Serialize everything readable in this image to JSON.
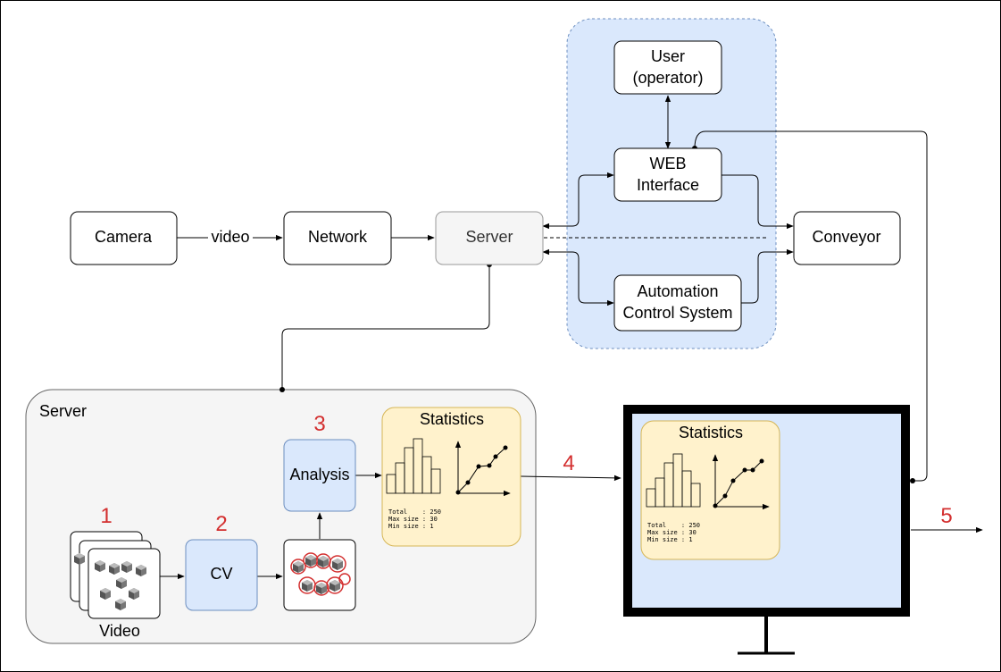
{
  "nodes": {
    "camera": "Camera",
    "network": "Network",
    "server": "Server",
    "web_interface_line1": "WEB",
    "web_interface_line2": "Interface",
    "user_line1": "User",
    "user_line2": "(operator)",
    "automation_line1": "Automation",
    "automation_line2": "Control System",
    "conveyor": "Conveyor"
  },
  "edge_labels": {
    "camera_to_network": "video"
  },
  "server_group": {
    "title": "Server",
    "video_label": "Video",
    "cv_label": "CV",
    "analysis_label": "Analysis",
    "statistics_title": "Statistics",
    "stats_total": "Total    : 250",
    "stats_max": "Max size : 30",
    "stats_min": "Min size : 1"
  },
  "monitor": {
    "statistics_title": "Statistics",
    "stats_total": "Total    : 250",
    "stats_max": "Max size : 30",
    "stats_min": "Min size : 1"
  },
  "steps": {
    "s1": "1",
    "s2": "2",
    "s3": "3",
    "s4": "4",
    "s5": "5"
  },
  "colors": {
    "web_group_fill": "#dae8fc",
    "web_group_stroke": "#6c8ebf",
    "server_group_fill": "#f5f5f5",
    "server_group_stroke": "#666666",
    "statistics_fill": "#fff2cc",
    "statistics_stroke": "#d6b656",
    "blue_box_fill": "#dae8fc",
    "step_color": "#d32f2f"
  },
  "icons": [
    "box-stack-icon",
    "detected-boxes-icon",
    "histogram-icon",
    "line-chart-icon",
    "monitor-icon"
  ]
}
